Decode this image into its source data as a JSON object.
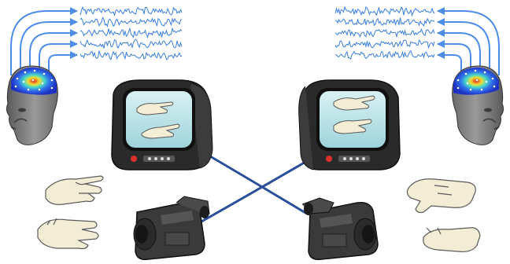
{
  "diagram": {
    "description_free": true,
    "colors": {
      "eeg_signal": "#3a7fe0",
      "eeg_arrow": "#4f8ee8",
      "head_skin": "#8e8e8e",
      "head_dark": "#4a4a4a",
      "heatmap_blue": "#1a3ad8",
      "heatmap_red": "#e8201a",
      "monitor_body": "#2a2a2a",
      "monitor_screen": "#bfe6ea",
      "camera_body": "#3a3a3a",
      "cable": "#2b4f9a",
      "hand_fill": "#f3edd6",
      "hand_stroke": "#5a5a5a"
    },
    "nodes": [
      {
        "id": "left-head",
        "icon": "head-eeg-icon"
      },
      {
        "id": "right-head",
        "icon": "head-eeg-icon"
      },
      {
        "id": "left-eeg-traces",
        "icon": "eeg-waveform-icon"
      },
      {
        "id": "right-eeg-traces",
        "icon": "eeg-waveform-icon"
      },
      {
        "id": "left-monitor",
        "icon": "monitor-icon"
      },
      {
        "id": "right-monitor",
        "icon": "monitor-icon"
      },
      {
        "id": "left-camera",
        "icon": "video-camera-icon"
      },
      {
        "id": "right-camera",
        "icon": "video-camera-icon"
      },
      {
        "id": "left-hands",
        "icon": "hands-icon"
      },
      {
        "id": "right-hands",
        "icon": "hands-icon"
      }
    ],
    "edges": [
      {
        "from": "left-camera",
        "to": "right-monitor"
      },
      {
        "from": "right-camera",
        "to": "left-monitor"
      }
    ]
  }
}
